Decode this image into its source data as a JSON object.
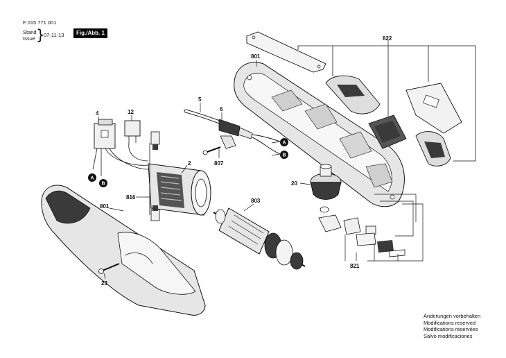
{
  "header": {
    "doc_number": "F 015 771 001",
    "stand_label": "Stand",
    "issue_label": "Issue",
    "issue_date": "07-11-13",
    "figure_label": "Fig./Abb. 1"
  },
  "callouts": {
    "p822": "822",
    "p801_top": "801",
    "p5": "5",
    "p6": "6",
    "p4": "4",
    "p12": "12",
    "p2": "2",
    "p807": "807",
    "p816": "816",
    "p803": "803",
    "p801_bottom": "801",
    "p20": "20",
    "p821": "821",
    "p23": "23"
  },
  "connector_marks": {
    "a_wire": "A",
    "b_wire": "B",
    "a_switch": "A",
    "b_switch": "B"
  },
  "notice": [
    "Änderungen vorbehalten",
    "Modifications reserved",
    "Modifications resérvées",
    "Salvo modificaciones"
  ],
  "colors": {
    "ink": "#111111",
    "housing_fill": "#e6e6e6",
    "dark_part": "#3a3a3a",
    "badge_bg": "#000000"
  }
}
